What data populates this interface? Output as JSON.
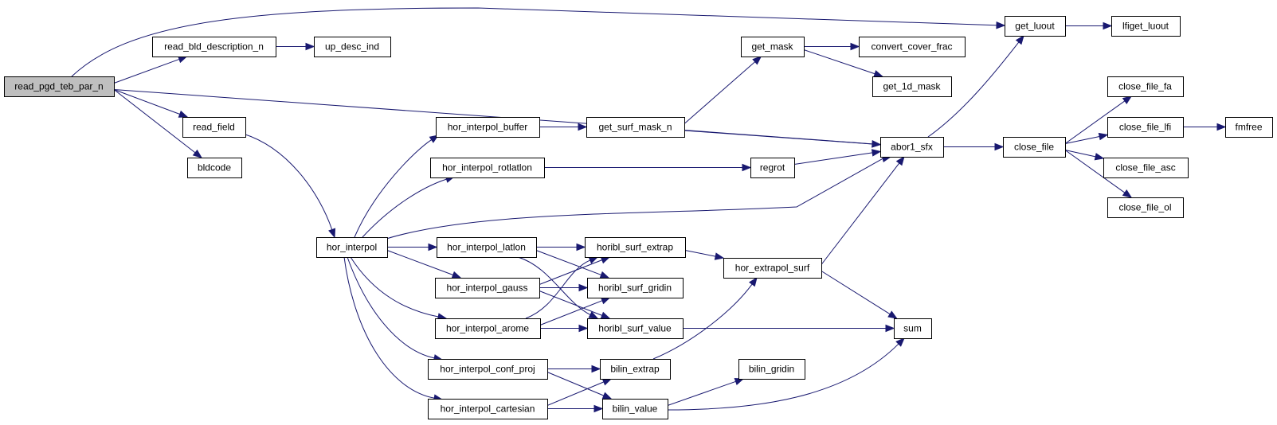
{
  "diagram": {
    "type": "call-graph",
    "root": "read_pgd_teb_par_n",
    "colors": {
      "edge": "#191970",
      "root_fill": "#bfbfbf",
      "node_fill": "#ffffff",
      "border": "#000000"
    },
    "nodes": [
      {
        "id": "read_pgd_teb_par_n",
        "label": "read_pgd_teb_par_n",
        "root": true
      },
      {
        "id": "read_bld_description_n",
        "label": "read_bld_description_n"
      },
      {
        "id": "up_desc_ind",
        "label": "up_desc_ind"
      },
      {
        "id": "read_field",
        "label": "read_field"
      },
      {
        "id": "bldcode",
        "label": "bldcode"
      },
      {
        "id": "hor_interpol",
        "label": "hor_interpol"
      },
      {
        "id": "hor_interpol_buffer",
        "label": "hor_interpol_buffer"
      },
      {
        "id": "hor_interpol_rotlatlon",
        "label": "hor_interpol_rotlatlon"
      },
      {
        "id": "hor_interpol_latlon",
        "label": "hor_interpol_latlon"
      },
      {
        "id": "hor_interpol_gauss",
        "label": "hor_interpol_gauss"
      },
      {
        "id": "hor_interpol_arome",
        "label": "hor_interpol_arome"
      },
      {
        "id": "hor_interpol_conf_proj",
        "label": "hor_interpol_conf_proj"
      },
      {
        "id": "hor_interpol_cartesian",
        "label": "hor_interpol_cartesian"
      },
      {
        "id": "get_surf_mask_n",
        "label": "get_surf_mask_n"
      },
      {
        "id": "get_mask",
        "label": "get_mask"
      },
      {
        "id": "convert_cover_frac",
        "label": "convert_cover_frac"
      },
      {
        "id": "get_1d_mask",
        "label": "get_1d_mask"
      },
      {
        "id": "regrot",
        "label": "regrot"
      },
      {
        "id": "horibl_surf_extrap",
        "label": "horibl_surf_extrap"
      },
      {
        "id": "horibl_surf_gridin",
        "label": "horibl_surf_gridin"
      },
      {
        "id": "horibl_surf_value",
        "label": "horibl_surf_value"
      },
      {
        "id": "bilin_extrap",
        "label": "bilin_extrap"
      },
      {
        "id": "bilin_value",
        "label": "bilin_value"
      },
      {
        "id": "bilin_gridin",
        "label": "bilin_gridin"
      },
      {
        "id": "hor_extrapol_surf",
        "label": "hor_extrapol_surf"
      },
      {
        "id": "abor1_sfx",
        "label": "abor1_sfx"
      },
      {
        "id": "sum",
        "label": "sum"
      },
      {
        "id": "get_luout",
        "label": "get_luout"
      },
      {
        "id": "lfiget_luout",
        "label": "lfiget_luout"
      },
      {
        "id": "close_file",
        "label": "close_file"
      },
      {
        "id": "close_file_fa",
        "label": "close_file_fa"
      },
      {
        "id": "close_file_lfi",
        "label": "close_file_lfi"
      },
      {
        "id": "close_file_asc",
        "label": "close_file_asc"
      },
      {
        "id": "close_file_ol",
        "label": "close_file_ol"
      },
      {
        "id": "fmfree",
        "label": "fmfree"
      }
    ],
    "edges": [
      [
        "read_pgd_teb_par_n",
        "get_luout"
      ],
      [
        "read_pgd_teb_par_n",
        "read_bld_description_n"
      ],
      [
        "read_pgd_teb_par_n",
        "abor1_sfx"
      ],
      [
        "read_pgd_teb_par_n",
        "read_field"
      ],
      [
        "read_pgd_teb_par_n",
        "bldcode"
      ],
      [
        "read_bld_description_n",
        "up_desc_ind"
      ],
      [
        "read_field",
        "hor_interpol"
      ],
      [
        "hor_interpol",
        "hor_interpol_buffer"
      ],
      [
        "hor_interpol",
        "hor_interpol_rotlatlon"
      ],
      [
        "hor_interpol",
        "abor1_sfx"
      ],
      [
        "hor_interpol",
        "hor_interpol_latlon"
      ],
      [
        "hor_interpol",
        "hor_interpol_gauss"
      ],
      [
        "hor_interpol",
        "hor_interpol_arome"
      ],
      [
        "hor_interpol",
        "hor_interpol_conf_proj"
      ],
      [
        "hor_interpol",
        "hor_interpol_cartesian"
      ],
      [
        "hor_interpol_buffer",
        "get_surf_mask_n"
      ],
      [
        "get_surf_mask_n",
        "get_mask"
      ],
      [
        "get_surf_mask_n",
        "abor1_sfx"
      ],
      [
        "get_mask",
        "convert_cover_frac"
      ],
      [
        "get_mask",
        "get_1d_mask"
      ],
      [
        "hor_interpol_rotlatlon",
        "regrot"
      ],
      [
        "regrot",
        "abor1_sfx"
      ],
      [
        "hor_interpol_latlon",
        "horibl_surf_extrap"
      ],
      [
        "hor_interpol_latlon",
        "horibl_surf_gridin"
      ],
      [
        "hor_interpol_latlon",
        "horibl_surf_value"
      ],
      [
        "hor_interpol_gauss",
        "horibl_surf_extrap"
      ],
      [
        "hor_interpol_gauss",
        "horibl_surf_gridin"
      ],
      [
        "hor_interpol_gauss",
        "horibl_surf_value"
      ],
      [
        "hor_interpol_arome",
        "horibl_surf_extrap"
      ],
      [
        "hor_interpol_arome",
        "horibl_surf_gridin"
      ],
      [
        "hor_interpol_arome",
        "horibl_surf_value"
      ],
      [
        "hor_interpol_conf_proj",
        "bilin_extrap"
      ],
      [
        "hor_interpol_conf_proj",
        "bilin_value"
      ],
      [
        "hor_interpol_cartesian",
        "bilin_extrap"
      ],
      [
        "hor_interpol_cartesian",
        "bilin_value"
      ],
      [
        "horibl_surf_extrap",
        "hor_extrapol_surf"
      ],
      [
        "horibl_surf_value",
        "sum"
      ],
      [
        "bilin_extrap",
        "hor_extrapol_surf"
      ],
      [
        "bilin_value",
        "bilin_gridin"
      ],
      [
        "bilin_value",
        "sum"
      ],
      [
        "hor_extrapol_surf",
        "abor1_sfx"
      ],
      [
        "hor_extrapol_surf",
        "sum"
      ],
      [
        "abor1_sfx",
        "get_luout"
      ],
      [
        "abor1_sfx",
        "close_file"
      ],
      [
        "get_luout",
        "lfiget_luout"
      ],
      [
        "close_file",
        "close_file_fa"
      ],
      [
        "close_file",
        "close_file_lfi"
      ],
      [
        "close_file",
        "close_file_asc"
      ],
      [
        "close_file",
        "close_file_ol"
      ],
      [
        "close_file_lfi",
        "fmfree"
      ]
    ]
  }
}
